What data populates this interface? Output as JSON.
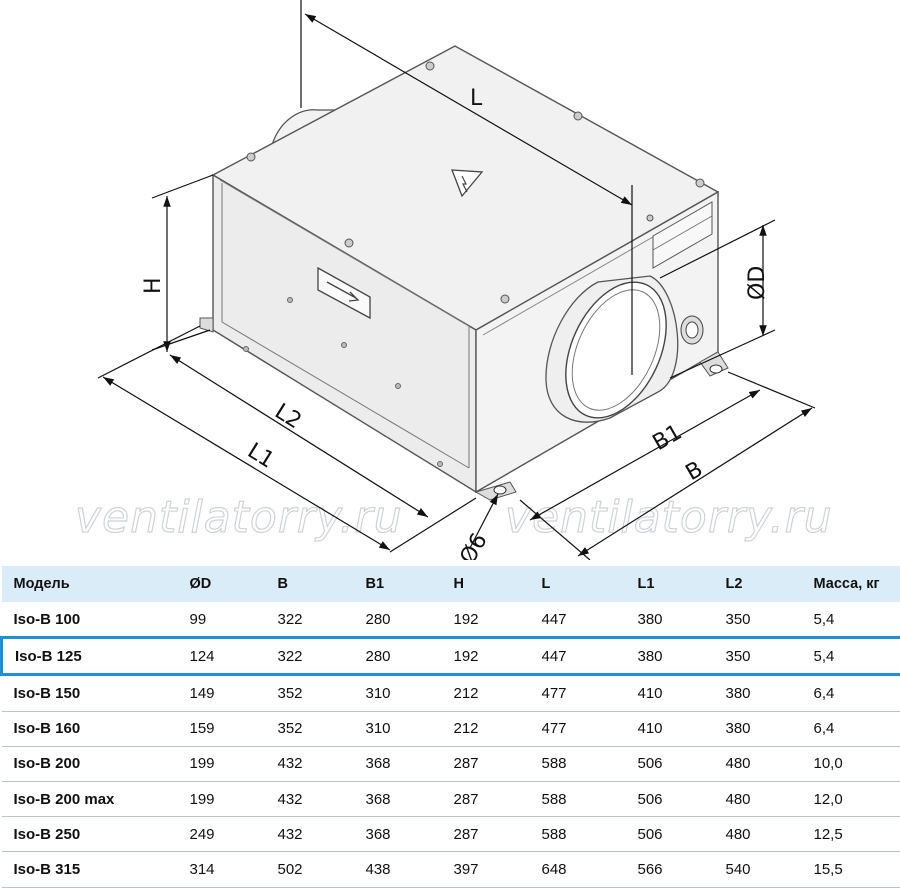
{
  "drawing": {
    "dimensions": {
      "L": "L",
      "H": "H",
      "D": "ØD",
      "B1": "B1",
      "B": "B",
      "L1": "L1",
      "L2": "L2",
      "hole": "Ø6"
    },
    "watermark": [
      "ventilatorry.ru",
      "ventilatorry.ru"
    ]
  },
  "table": {
    "headers": [
      "Модель",
      "ØD",
      "B",
      "B1",
      "H",
      "L",
      "L1",
      "L2",
      "Масса, кг"
    ],
    "highlighted_row": 1,
    "highlight_color": "#1f8ed8",
    "header_bg": "#d9ecf7",
    "rows": [
      [
        "Iso-B 100",
        "99",
        "322",
        "280",
        "192",
        "447",
        "380",
        "350",
        "5,4"
      ],
      [
        "Iso-B 125",
        "124",
        "322",
        "280",
        "192",
        "447",
        "380",
        "350",
        "5,4"
      ],
      [
        "Iso-B 150",
        "149",
        "352",
        "310",
        "212",
        "477",
        "410",
        "380",
        "6,4"
      ],
      [
        "Iso-B 160",
        "159",
        "352",
        "310",
        "212",
        "477",
        "410",
        "380",
        "6,4"
      ],
      [
        "Iso-B 200",
        "199",
        "432",
        "368",
        "287",
        "588",
        "506",
        "480",
        "10,0"
      ],
      [
        "Iso-B 200 max",
        "199",
        "432",
        "368",
        "287",
        "588",
        "506",
        "480",
        "12,0"
      ],
      [
        "Iso-B 250",
        "249",
        "432",
        "368",
        "287",
        "588",
        "506",
        "480",
        "12,5"
      ],
      [
        "Iso-B 315",
        "314",
        "502",
        "438",
        "397",
        "648",
        "566",
        "540",
        "15,5"
      ]
    ]
  }
}
